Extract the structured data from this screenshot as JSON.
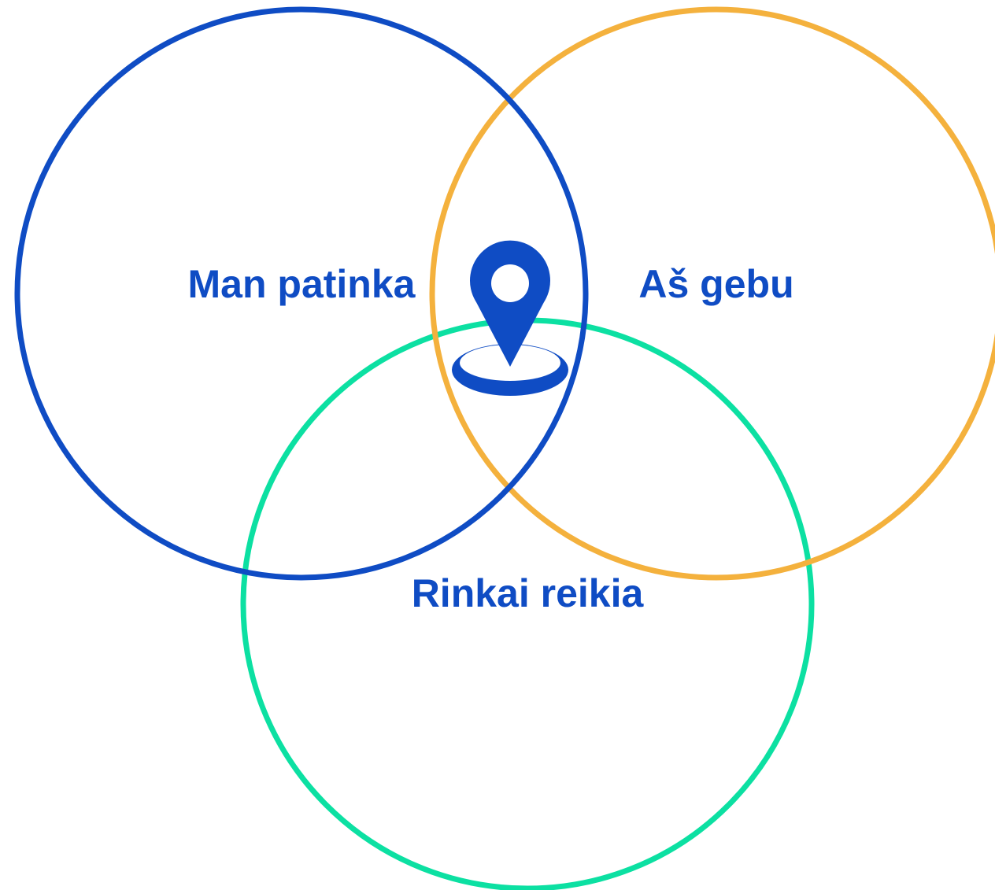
{
  "diagram": {
    "circles": [
      {
        "id": "like",
        "label": "Man patinka",
        "color": "#0f4cc4"
      },
      {
        "id": "can",
        "label": "Aš gebu",
        "color": "#f4b13d"
      },
      {
        "id": "need",
        "label": "Rinkai reikia",
        "color": "#0ce0a2"
      }
    ],
    "text_color": "#0f4cc4",
    "marker_icon": "location-pin-icon",
    "marker_color": "#0f4cc4"
  }
}
